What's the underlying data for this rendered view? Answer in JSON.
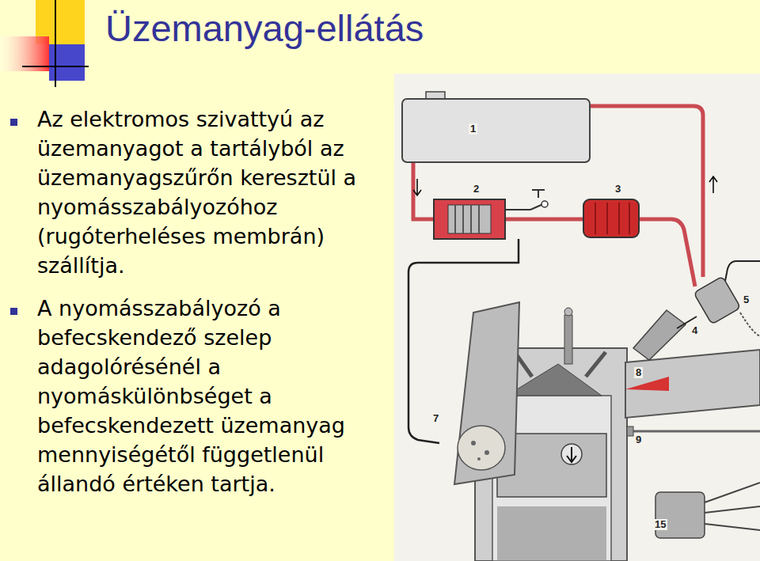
{
  "diagram": {
    "title": "Üzemanyag-ellátás",
    "labels": [
      "Az elektromos szivattyú az üzemanyagot a tartályból az üzemanyagszűrőn keresztül a nyomásszabályozóhoz (rugóterheléses membrán) szállítja.",
      "A nyomásszabályozó a befecskendező szelep adagolórésénél a nyomáskülönbséget a befecskendezett üzemanyag mennyiségétől függetlenül állandó értéken tartja.",
      "1",
      "2",
      "3",
      "5",
      "4",
      "8",
      "7",
      "9",
      "15"
    ]
  }
}
